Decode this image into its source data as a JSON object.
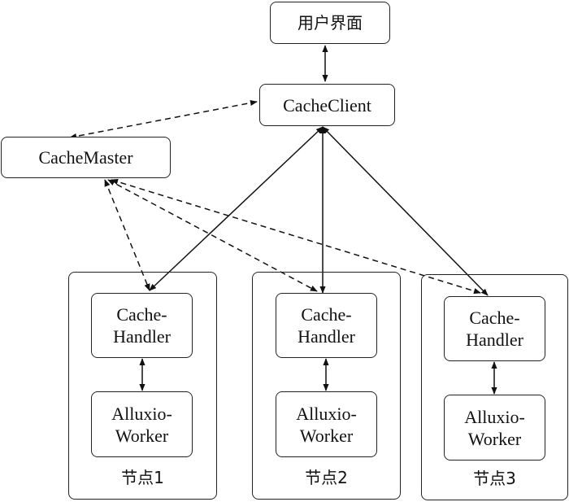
{
  "title": "CacheClient architecture diagram",
  "components": {
    "user_interface": "用户界面",
    "cache_client": "CacheClient",
    "cache_master": "CacheMaster"
  },
  "nodes": [
    {
      "label": "节点1",
      "handler_line1": "Cache-",
      "handler_line2": "Handler",
      "worker_line1": "Alluxio-",
      "worker_line2": "Worker"
    },
    {
      "label": "节点2",
      "handler_line1": "Cache-",
      "handler_line2": "Handler",
      "worker_line1": "Alluxio-",
      "worker_line2": "Worker"
    },
    {
      "label": "节点3",
      "handler_line1": "Cache-",
      "handler_line2": "Handler",
      "worker_line1": "Alluxio-",
      "worker_line2": "Worker"
    }
  ],
  "edges": [
    {
      "from": "user_interface",
      "to": "cache_client",
      "style": "solid",
      "direction": "both"
    },
    {
      "from": "cache_client",
      "to": "cache_master",
      "style": "dashed",
      "direction": "both"
    },
    {
      "from": "cache_client",
      "to": "handler_1",
      "style": "solid",
      "direction": "both"
    },
    {
      "from": "cache_client",
      "to": "handler_2",
      "style": "solid",
      "direction": "both"
    },
    {
      "from": "cache_client",
      "to": "handler_3",
      "style": "solid",
      "direction": "both"
    },
    {
      "from": "cache_master",
      "to": "handler_1",
      "style": "dashed",
      "direction": "both"
    },
    {
      "from": "cache_master",
      "to": "handler_2",
      "style": "dashed",
      "direction": "both"
    },
    {
      "from": "cache_master",
      "to": "handler_3",
      "style": "dashed",
      "direction": "both"
    },
    {
      "from": "handler_1",
      "to": "worker_1",
      "style": "solid",
      "direction": "both"
    },
    {
      "from": "handler_2",
      "to": "worker_2",
      "style": "solid",
      "direction": "both"
    },
    {
      "from": "handler_3",
      "to": "worker_3",
      "style": "solid",
      "direction": "both"
    }
  ]
}
